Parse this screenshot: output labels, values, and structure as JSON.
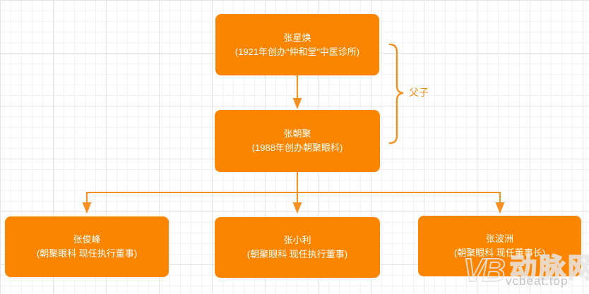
{
  "diagram": {
    "title_hint": "Zhang family tree of Chaoju Eye Care",
    "colors": {
      "node_fill": "#fb8500",
      "node_text": "#ffffff",
      "connector": "#f59122",
      "grid_minor": "#f1f1f1",
      "grid_major": "#e3e3e3",
      "watermark_text": "#c3c3c3"
    },
    "nodes": [
      {
        "name": "张星焕",
        "desc": "(1921年创办“仲和堂”中医诊所)"
      },
      {
        "name": "张朝聚",
        "desc": "(1988年创办朝聚眼科)"
      },
      {
        "name": "张俊峰",
        "desc": "(朝聚眼科 现任执行董事)"
      },
      {
        "name": "张小利",
        "desc": "(朝聚眼科 现任执行董事)"
      },
      {
        "name": "张波洲",
        "desc": "(朝聚眼科 现任董事长)"
      }
    ],
    "bracket": {
      "label": "父子"
    },
    "watermark": {
      "logo": "VB",
      "brand": "动脉网",
      "site": "vcbeat.top"
    }
  }
}
